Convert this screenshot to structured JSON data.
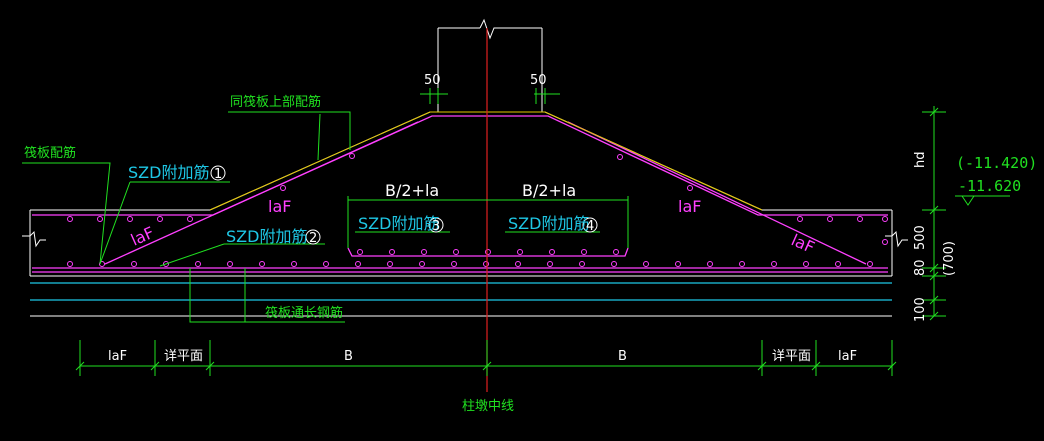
{
  "labels": {
    "raft_rebar": "筏板配筋",
    "same_as_top": "同筏板上部配筋",
    "szd1": "SZD附加筋",
    "szd2": "SZD附加筋",
    "szd3": "SZD附加筋",
    "szd4": "SZD附加筋",
    "circle1": "1",
    "circle2": "2",
    "circle3": "3",
    "circle4": "4",
    "through_rebar": "筏板通长钢筋",
    "col_center": "柱墩中线",
    "b2la_left": "B/2+la",
    "b2la_right": "B/2+la",
    "laf_diag_left": "laF",
    "laf_top_left": "laF",
    "laf_top_right": "laF",
    "laf_diag_right": "laF",
    "dim50_left": "50",
    "dim50_right": "50"
  },
  "bottom_dims": {
    "laf_left": "laF",
    "flat_left": "详平面",
    "b_left": "B",
    "b_right": "B",
    "flat_right": "详平面",
    "laf_right": "laF"
  },
  "right_dims": {
    "hd": "hd",
    "d500": "500",
    "d80": "80",
    "d700": "(700)",
    "d100": "100",
    "elev_top": "(-11.420)",
    "elev_bottom": "-11.620"
  },
  "colors": {
    "green": "#20e020",
    "cyan": "#1ec8e6",
    "magenta": "#ff40ff",
    "white": "#ffffff",
    "red": "#e02020",
    "yellow": "#e6c800"
  }
}
